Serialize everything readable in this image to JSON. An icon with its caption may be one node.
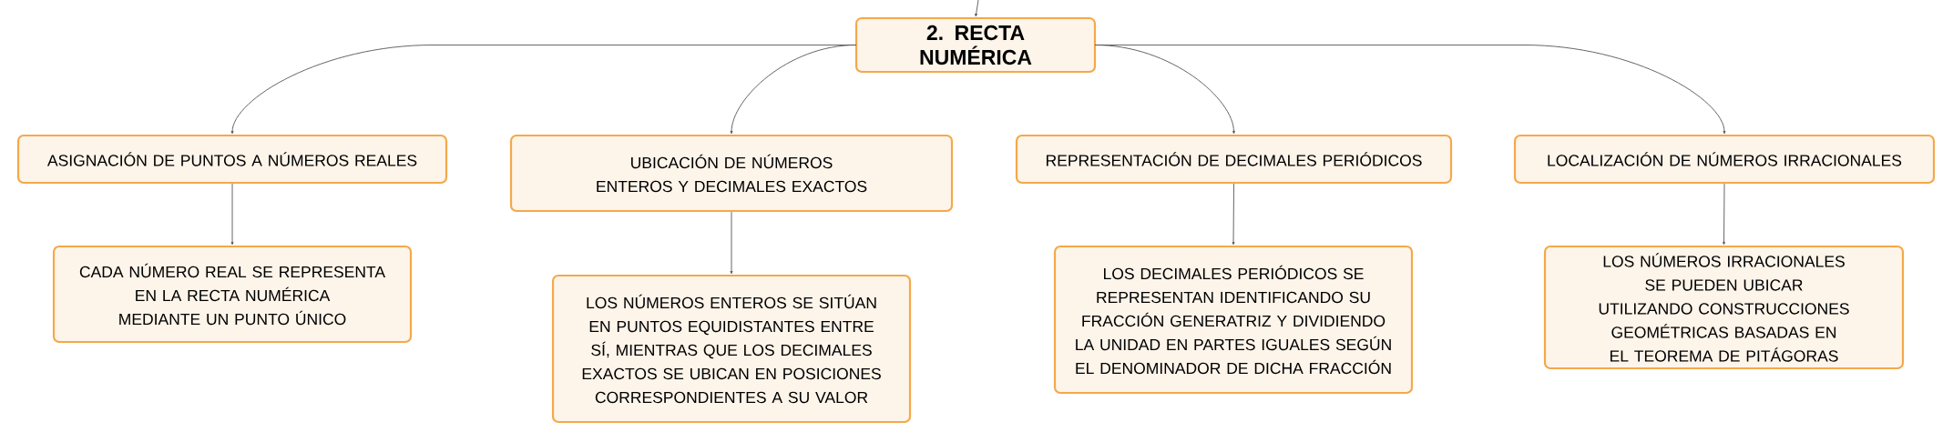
{
  "diagram": {
    "nodes": [
      {
        "text": [
          "2. RECTA NUMÉRICA"
        ]
      },
      {
        "text": [
          "ASIGNACIÓN DE PUNTOS A NÚMEROS REALES"
        ]
      },
      {
        "text": [
          "UBICACIÓN DE NÚMEROS ENTEROS Y DECIMALES EXACTOS"
        ]
      },
      {
        "text": [
          "REPRESENTACIÓN DE DECIMALES PERIÓDICOS"
        ]
      },
      {
        "text": [
          "LOCALIZACIÓN DE NÚMEROS IRRACIONALES"
        ]
      },
      {
        "text": [
          "CADA NÚMERO REAL SE REPRESENTA EN LA RECTA NUMÉRICA MEDIANTE UN PUNTO ÚNICO"
        ]
      },
      {
        "text": [
          "LOS NÚMEROS ENTEROS SE SITÚAN EN PUNTOS EQUIDISTANTES ENTRE SÍ, MIENTRAS QUE LOS DECIMALES EXACTOS SE UBICAN EN POSICIONES CORRESPONDIENTES A SU VALOR"
        ]
      },
      {
        "text": [
          "LOS DECIMALES PERIÓDICOS SE REPRESENTAN IDENTIFICANDO SU FRACCIÓN GENERATRIZ Y DIVIDIENDO LA UNIDAD EN PARTES IGUALES SEGÚN EL DENOMINADOR DE DICHA FRACCIÓN"
        ]
      },
      {
        "text": [
          "LOS NÚMEROS IRRACIONALES SE PUEDEN UBICAR UTILIZANDO CONSTRUCCIONES GEOMÉTRICAS BASADAS EN EL TEOREMA DE PITÁGORAS"
        ]
      }
    ],
    "edges": [
      {
        "from": null,
        "to": 0,
        "arrow": "to"
      },
      {
        "from": 0,
        "to": 1,
        "arrow": "to"
      },
      {
        "from": 0,
        "to": 2,
        "arrow": "to"
      },
      {
        "from": 0,
        "to": 3,
        "arrow": "to"
      },
      {
        "from": 0,
        "to": 4,
        "arrow": "to"
      },
      {
        "from": 1,
        "to": 5,
        "arrow": "to"
      },
      {
        "from": 2,
        "to": 6,
        "arrow": "to"
      },
      {
        "from": 3,
        "to": 7,
        "arrow": "to"
      },
      {
        "from": 4,
        "to": 8,
        "arrow": "to"
      }
    ]
  }
}
